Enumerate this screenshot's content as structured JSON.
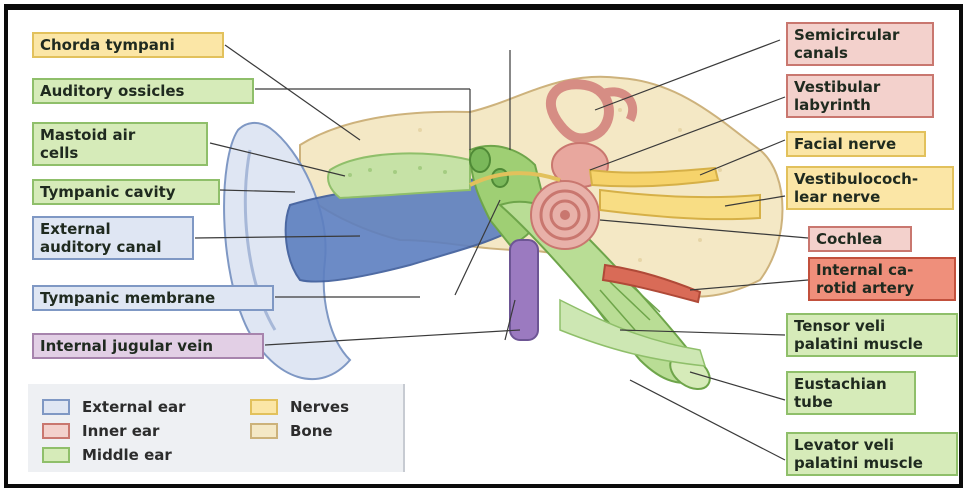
{
  "labels": {
    "chorda_tympani": "Chorda tympani",
    "auditory_ossicles": "Auditory ossicles",
    "mastoid": [
      "Mastoid air",
      "cells"
    ],
    "tympanic_cavity": "Tympanic cavity",
    "external_canal": [
      "External",
      "auditory canal"
    ],
    "tympanic_membrane": "Tympanic membrane",
    "jugular_vein": "Internal jugular vein",
    "semicircular": [
      "Semicircular",
      "canals"
    ],
    "vestibular": [
      "Vestibular",
      "labyrinth"
    ],
    "facial_nerve": "Facial nerve",
    "vestibulocochlear": [
      "Vestibulococh-",
      "lear nerve"
    ],
    "cochlea": "Cochlea",
    "carotid": [
      "Internal ca-",
      "rotid artery"
    ],
    "tensor": [
      "Tensor veli",
      "palatini muscle"
    ],
    "eustachian": [
      "Eustachian",
      "tube"
    ],
    "levator": [
      "Levator veli",
      "palatini muscle"
    ]
  },
  "legend": {
    "external_ear": "External ear",
    "inner_ear": "Inner ear",
    "middle_ear": "Middle ear",
    "nerves": "Nerves",
    "bone": "Bone"
  },
  "colors": {
    "external_ear": "#dfe6f3",
    "inner_ear": "#f3d1cc",
    "middle_ear": "#d6ebb9",
    "nerves": "#fbe6a6",
    "bone": "#f4e8c5"
  }
}
